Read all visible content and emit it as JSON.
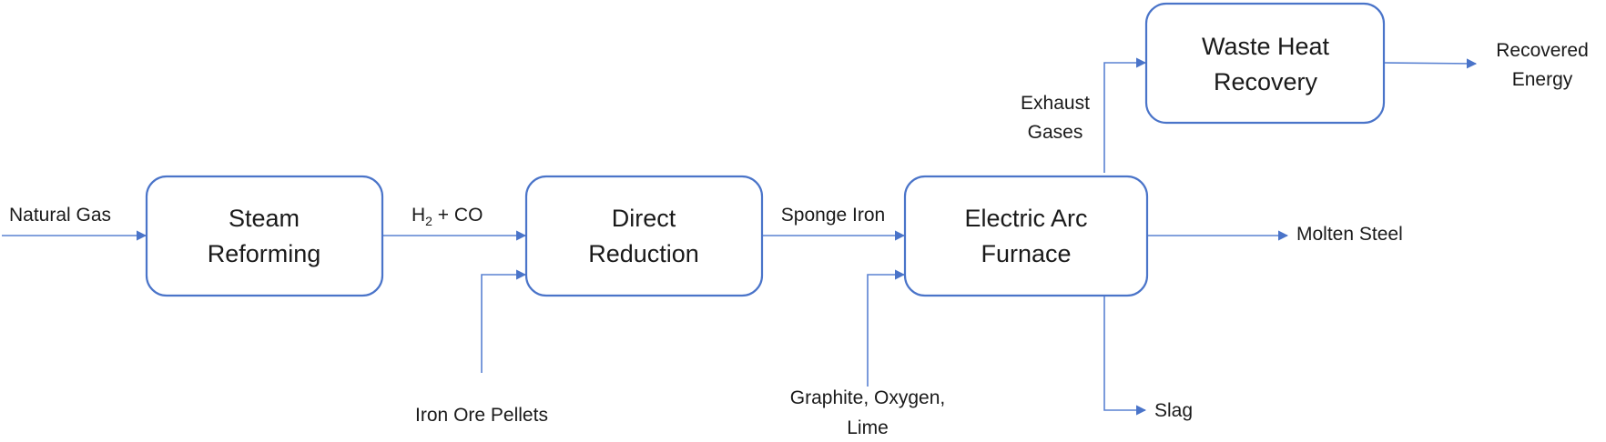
{
  "colors": {
    "box_stroke": "#4a74c9",
    "arrow": "#5a82d2",
    "text": "#1a1a1a"
  },
  "process_boxes": {
    "steam_reforming": {
      "line1": "Steam",
      "line2": "Reforming"
    },
    "direct_reduction": {
      "line1": "Direct",
      "line2": "Reduction"
    },
    "electric_arc_furnace": {
      "line1": "Electric Arc",
      "line2": "Furnace"
    },
    "waste_heat_recovery": {
      "line1": "Waste Heat",
      "line2": "Recovery"
    }
  },
  "flows": {
    "natural_gas": "Natural Gas",
    "h2_co": {
      "h": "H",
      "subscript": "2",
      "rest": " + CO"
    },
    "iron_ore_pellets": "Iron Ore Pellets",
    "sponge_iron": "Sponge Iron",
    "graphite_oxygen_lime": {
      "line1": "Graphite, Oxygen,",
      "line2": "Lime"
    },
    "exhaust_gases": {
      "line1": "Exhaust",
      "line2": "Gases"
    },
    "recovered_energy": {
      "line1": "Recovered",
      "line2": "Energy"
    },
    "molten_steel": "Molten Steel",
    "slag": "Slag"
  }
}
